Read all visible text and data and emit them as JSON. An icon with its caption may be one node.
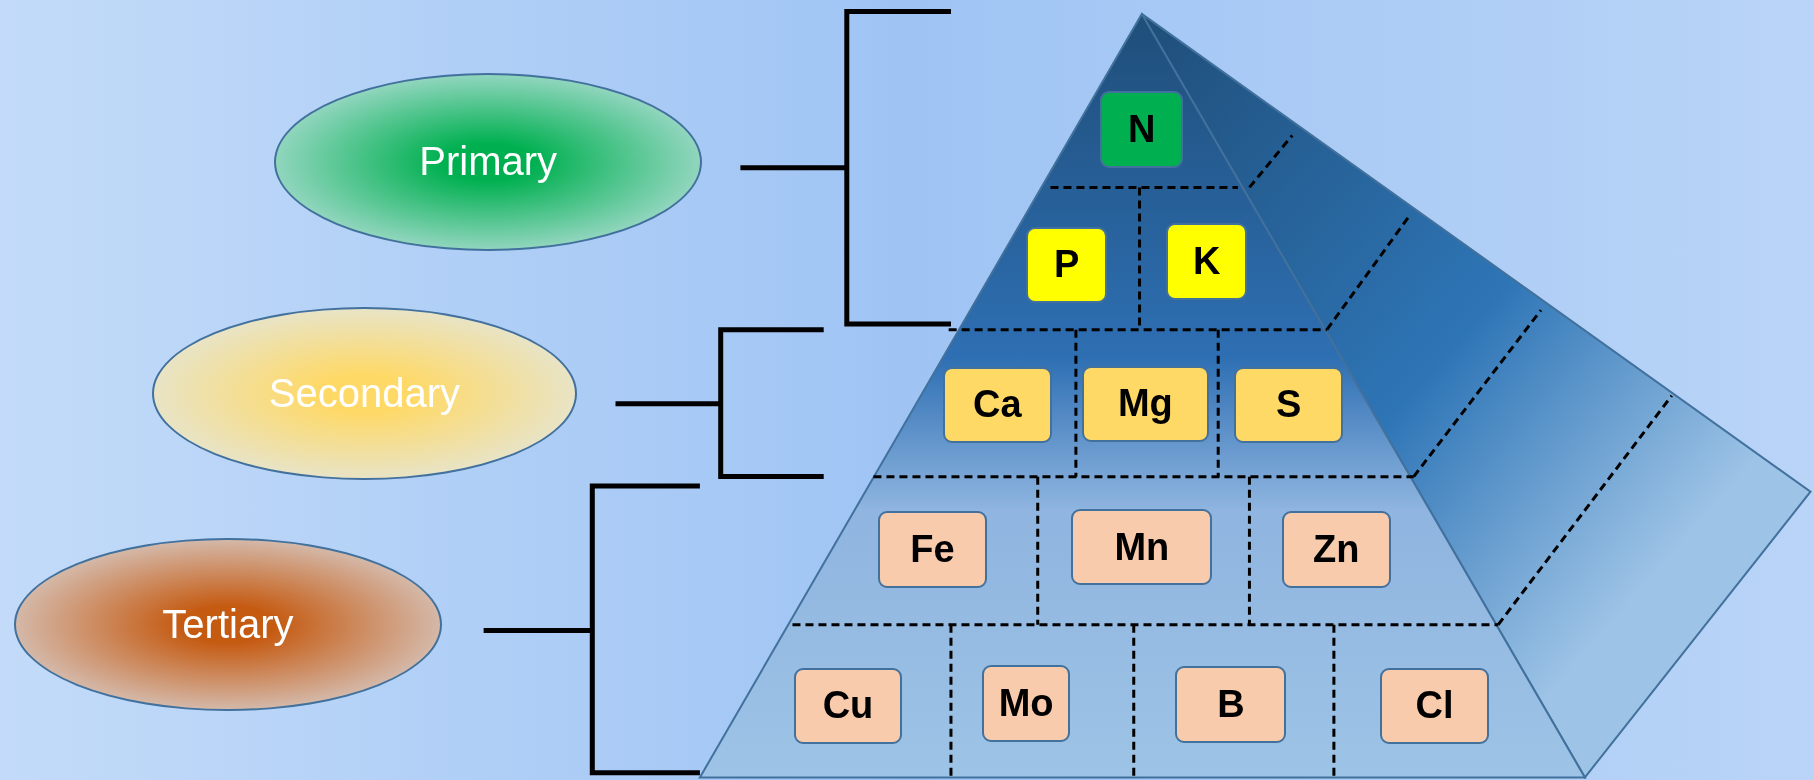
{
  "diagram": {
    "nodes": [
      {
        "text": [
          "Primary"
        ]
      },
      {
        "text": [
          "Secondary"
        ]
      },
      {
        "text": [
          "Tertiary"
        ]
      },
      {
        "text": [
          "N"
        ]
      },
      {
        "text": [
          "P"
        ]
      },
      {
        "text": [
          "K"
        ]
      },
      {
        "text": [
          "Ca"
        ]
      },
      {
        "text": [
          "Mg"
        ]
      },
      {
        "text": [
          "S"
        ]
      },
      {
        "text": [
          "Fe"
        ]
      },
      {
        "text": [
          "Mn"
        ]
      },
      {
        "text": [
          "Zn"
        ]
      },
      {
        "text": [
          "Cu"
        ]
      },
      {
        "text": [
          "Mo"
        ]
      },
      {
        "text": [
          "B"
        ]
      },
      {
        "text": [
          "Cl"
        ]
      }
    ]
  }
}
